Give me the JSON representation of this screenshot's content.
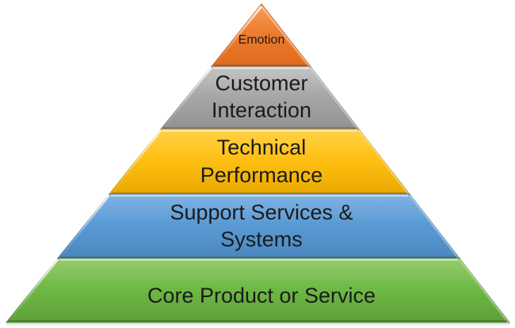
{
  "pyramid": {
    "type": "pyramid-diagram",
    "background_color": "#ffffff",
    "text_color": "#1b1b1b",
    "levels": [
      {
        "name": "emotion",
        "label": "Emotion",
        "color": "#ED7D31",
        "outline_color": "#C55A11",
        "lines": [
          "Emotion"
        ]
      },
      {
        "name": "customer-interaction",
        "label": "Customer Interaction",
        "color": "#A5A5A5",
        "outline_color": "#7F7F7F",
        "lines": [
          "Customer",
          "Interaction"
        ]
      },
      {
        "name": "technical-performance",
        "label": "Technical Performance",
        "color": "#FFC000",
        "outline_color": "#BF9000",
        "lines": [
          "Technical",
          "Performance"
        ]
      },
      {
        "name": "support-services-systems",
        "label": "Support Services & Systems",
        "color": "#5B9BD5",
        "outline_color": "#41719C",
        "lines": [
          "Support Services &",
          "Systems"
        ]
      },
      {
        "name": "core-product-service",
        "label": "Core Product or Service",
        "color": "#70AD47",
        "outline_color": "#538135",
        "lines": [
          "Core Product or Service"
        ]
      }
    ]
  }
}
